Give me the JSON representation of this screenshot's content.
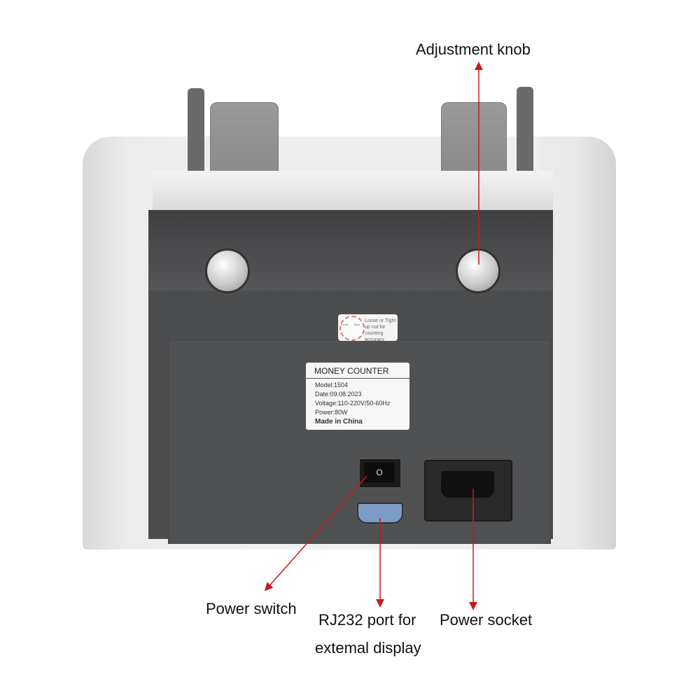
{
  "annotations": {
    "adjustment_knob": "Adjustment knob",
    "power_switch": "Power switch",
    "rj232_line1": "RJ232 port for",
    "rj232_line2": "extemal display",
    "power_socket": "Power socket"
  },
  "sticker": {
    "text": "Loose or Tight up nut for counting accuracy",
    "dial_left": "Loose",
    "dial_right": "Tight"
  },
  "nameplate": {
    "title": "MONEY COUNTER",
    "lines": [
      "Model:1504",
      "Date:09.08.2023",
      "Voltage:110-220V/50-60Hz",
      "Power:80W",
      "Made in China"
    ]
  },
  "switch_symbol": "O",
  "colors": {
    "arrow": "#c8191e",
    "panel": "#4c4d4f",
    "shell": "#ececec"
  }
}
